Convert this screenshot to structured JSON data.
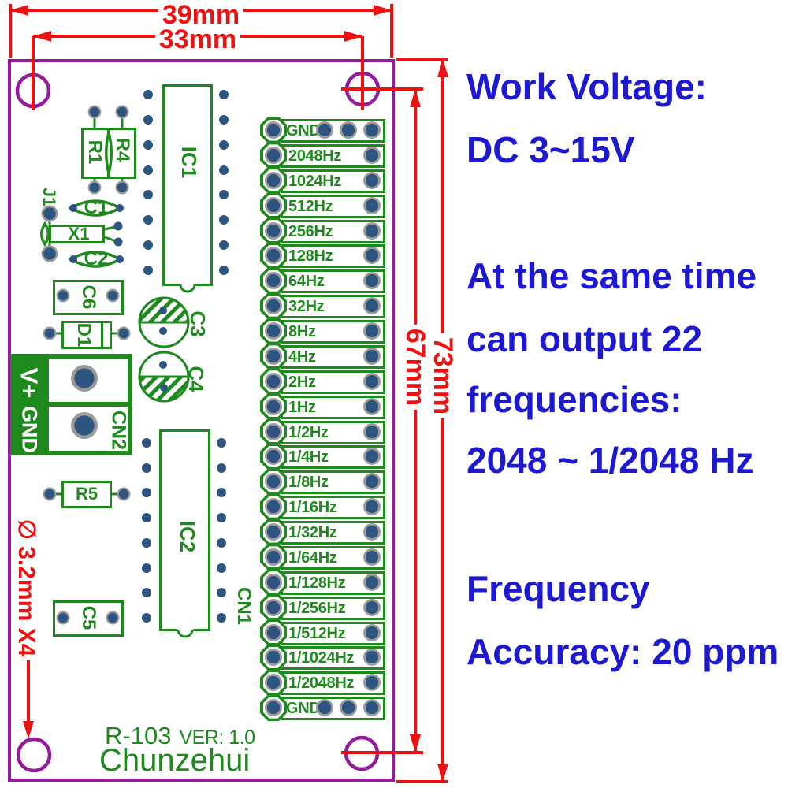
{
  "board": {
    "model": "R-103",
    "version": "VER: 1.0",
    "brand": "Chunzehui"
  },
  "components": {
    "ic1": "IC1",
    "ic2": "IC2",
    "r1": "R1",
    "r4": "R4",
    "r5": "R5",
    "j1": "J1",
    "x1": "X1",
    "d1": "D1",
    "c1": "C1",
    "c2": "C2",
    "c3": "C3",
    "c4": "C4",
    "c5": "C5",
    "c6": "C6",
    "cn1": "CN1",
    "cn2": "CN2"
  },
  "terminal": {
    "line1": "V+",
    "line2": "GND"
  },
  "header": {
    "pins": [
      "GND",
      "2048Hz",
      "1024Hz",
      "512Hz",
      "256Hz",
      "128Hz",
      "64Hz",
      "32Hz",
      "8Hz",
      "4Hz",
      "2Hz",
      "1Hz",
      "1/2Hz",
      "1/4Hz",
      "1/8Hz",
      "1/16Hz",
      "1/32Hz",
      "1/64Hz",
      "1/128Hz",
      "1/256Hz",
      "1/512Hz",
      "1/1024Hz",
      "1/2048Hz",
      "GND"
    ]
  },
  "dimensions": {
    "outer_width": "39mm",
    "inner_width": "33mm",
    "outer_height": "73mm",
    "inner_height": "67mm",
    "hole_spec": "∅ 3.2mm X4"
  },
  "specs": {
    "work_voltage": [
      "Work Voltage:",
      "DC 3~15V"
    ],
    "output": [
      "At the same time",
      "can output 22",
      "frequencies:",
      "2048 ~ 1/2048 Hz"
    ],
    "accuracy": [
      "Frequency",
      "Accuracy: 20 ppm"
    ]
  },
  "colors": {
    "silk_green": "#1e8a1e",
    "board_purple": "#941b9b",
    "dimension_red": "#ee1111",
    "text_blue": "#1d18d1",
    "pad_gray": "#9a9a9a",
    "pad_blue": "#2d5580"
  }
}
